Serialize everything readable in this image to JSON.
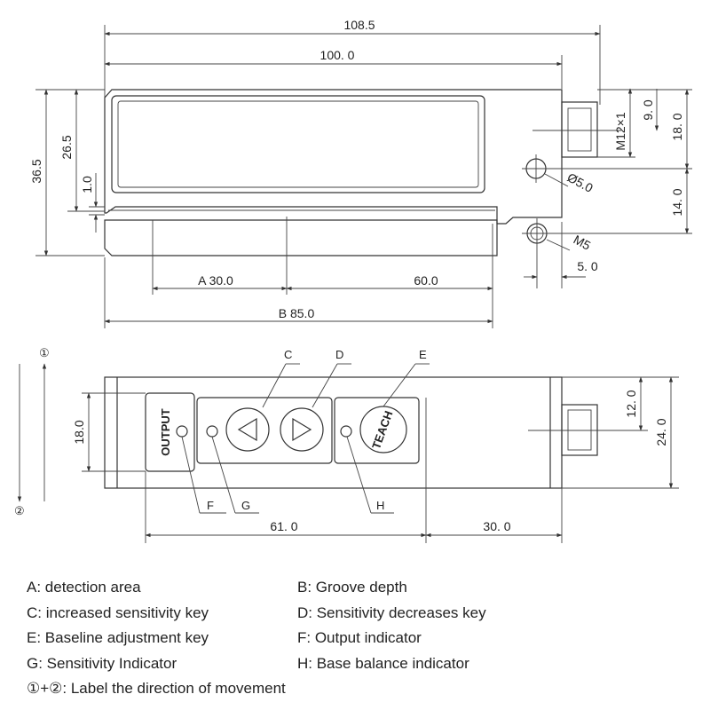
{
  "dimensions": {
    "overall_length": "108.5",
    "body_length": "100. 0",
    "overall_height": "36.5",
    "window_height": "26.5",
    "groove_depth_dim": "1.0",
    "connector_thread": "M12×1",
    "connector_offset": "9. 0",
    "connector_height": "18. 0",
    "hole_dia": "Ø5.0",
    "hole_spacing": "14. 0",
    "mount_thread": "M5",
    "mount_offset": "5. 0",
    "dim_a": "A 30.0",
    "dim_60": "60.0",
    "dim_b": "B 85.0",
    "top_view_height": "18.0",
    "top_view_connector": "12. 0",
    "top_view_total": "24. 0",
    "top_view_61": "61. 0",
    "top_view_30": "30. 0"
  },
  "panel": {
    "output_label": "OUTPUT",
    "teach_label": "TEACH"
  },
  "callouts": {
    "c": "C",
    "d": "D",
    "e": "E",
    "f": "F",
    "g": "G",
    "h": "H",
    "dir1": "①",
    "dir2": "②"
  },
  "legend": {
    "rows": [
      [
        "A: detection area",
        "B: Groove depth"
      ],
      [
        "C: increased sensitivity key",
        "D: Sensitivity decreases key"
      ],
      [
        "E: Baseline adjustment key",
        "F: Output indicator"
      ],
      [
        "G: Sensitivity Indicator",
        "H: Base balance indicator"
      ]
    ],
    "footer": "①+②: Label the direction of movement"
  }
}
